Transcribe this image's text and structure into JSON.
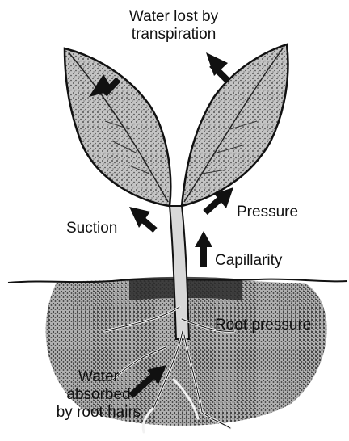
{
  "labels": {
    "water_lost_line1": "Water lost by",
    "water_lost_line2": "transpiration",
    "pressure": "Pressure",
    "suction": "Suction",
    "capillarity": "Capillarity",
    "root_pressure": "Root pressure",
    "water_absorbed_line1": "Water",
    "water_absorbed_line2": "absorbed",
    "water_absorbed_line3": "by root hairs"
  },
  "colors": {
    "ink": "#111111",
    "leaf_fill": "#b8b8b8",
    "soil_fill": "#8a8a8a",
    "arrow": "#111111"
  }
}
